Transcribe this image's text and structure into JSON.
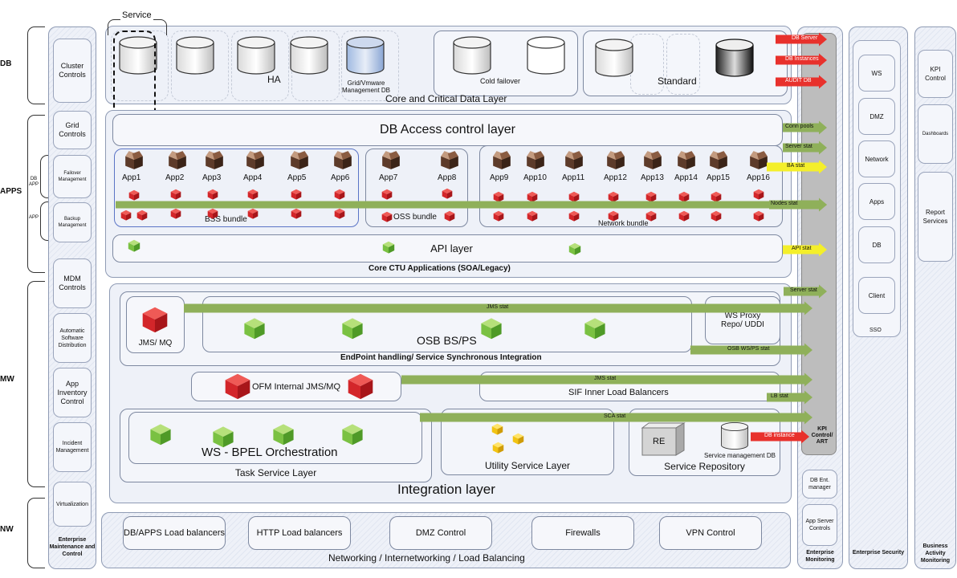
{
  "left_labels": {
    "db": "DB",
    "apps": "APPS",
    "db_app": "DB APP",
    "app": "APP",
    "mw": "MW",
    "nw": "NW"
  },
  "service_label": "Service",
  "core_data": {
    "title": "Core and Critical Data Layer",
    "ha": "HA",
    "grid_db": "Grid/Vmware Management DB",
    "cold": "Cold failover",
    "standard": "Standard"
  },
  "core_apps": {
    "db_access": "DB Access control layer",
    "apps": [
      "App1",
      "App2",
      "App3",
      "App4",
      "App5",
      "App6",
      "App7",
      "App8",
      "App9",
      "App10",
      "App11",
      "App12",
      "App13",
      "App14",
      "App15",
      "App16"
    ],
    "bss": "BSS bundle",
    "oss": "OSS bundle",
    "network": "Network bundle",
    "api": "API layer",
    "footer": "Core CTU Applications (SOA/Legacy)"
  },
  "integration": {
    "jms_mq": "JMS/ MQ",
    "osb": "OSB BS/PS",
    "ws_proxy": "WS Proxy Repo/ UDDI",
    "endpoint": "EndPoint handling/ Service Synchronous Integration",
    "ofm": "OFM Internal JMS/MQ",
    "sif": "SIF  Inner Load Balancers",
    "bpel": "WS - BPEL Orchestration",
    "task": "Task Service Layer",
    "utility": "Utility Service Layer",
    "re": "RE",
    "svc_mgmt_db": "Service management DB",
    "svc_repo": "Service Repository",
    "title": "Integration layer"
  },
  "networking": {
    "items": [
      "DB/APPS Load balancers",
      "HTTP Load balancers",
      "DMZ Control",
      "Firewalls",
      "VPN Control"
    ],
    "title": "Networking / Internetworking / Load Balancing"
  },
  "arrows": {
    "db_server": "DB Server",
    "db_instances": "DB Instances",
    "audit_db": "AUDIT DB",
    "conn_pools": "Conn pools",
    "server_stat": "Server stat",
    "ba_stat": "BA stat",
    "nodes_stat": "Nodes stat",
    "api_stat": "API stat",
    "server_stat2": "Server stat",
    "jms_stat": "JMS stat",
    "osb_ws_ps_stat": "OSB WS/PS stat",
    "jms_stat2": "JMS stat",
    "lb_stat": "LB stat",
    "sca_stat": "SCA stat",
    "db_instance": "DB instance"
  },
  "kpi_art": "KPI Control/ ART",
  "col_maintenance": {
    "items": [
      "Cluster Controls",
      "Grid Controls",
      "Failover Management",
      "Backup Management",
      "MDM Controls",
      "Automatic Software Distribution",
      "App Inventory Control",
      "Incident Management",
      "Virtualization"
    ],
    "footer": "Enterprise Maintenance and Control"
  },
  "col_monitoring": {
    "items": [
      "DB Ent. manager",
      "App Server Controls"
    ],
    "footer": "Enterprise Monitoring"
  },
  "col_security": {
    "items": [
      "WS",
      "DMZ",
      "Network",
      "Apps",
      "DB",
      "Client"
    ],
    "sso": "SSO",
    "footer": "Enterprise Security"
  },
  "col_bam": {
    "items": [
      "KPI Control",
      "Dashboards",
      "Report Services"
    ],
    "footer": "Business Activity Monitoring"
  },
  "colors": {
    "green_arrow": "#8fb05a",
    "red_arrow": "#e8312c",
    "yellow_arrow": "#f4ef2a",
    "red_cube": "#d3262a",
    "green_cube": "#7ac142",
    "gold_cube": "#f2c413"
  }
}
